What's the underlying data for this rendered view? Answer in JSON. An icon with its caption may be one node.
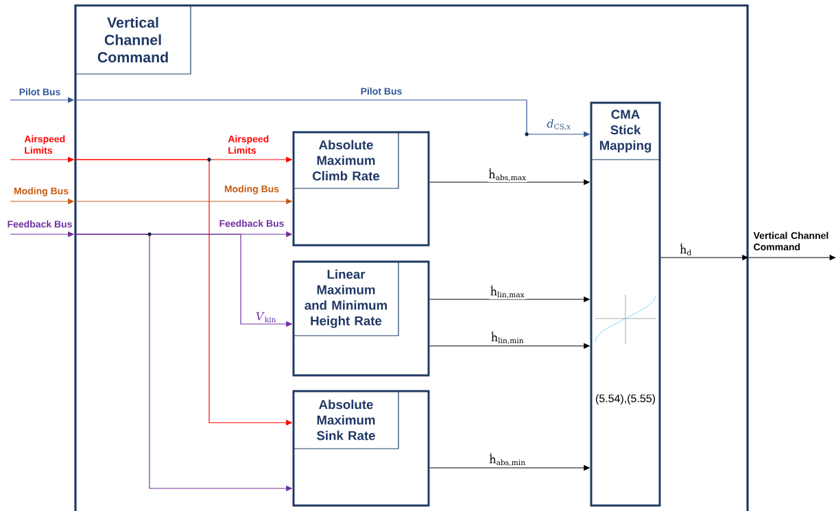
{
  "diagram": {
    "nodes": [
      {
        "text": [
          "Vertical Channel Command"
        ]
      },
      {
        "text": [
          "Absolute Maximum Climb Rate"
        ],
        "in": 0
      },
      {
        "text": [
          "Linear Maximum and Minimum Height Rate"
        ],
        "in": 0
      },
      {
        "text": [
          "Absolute Maximum Sink Rate"
        ],
        "in": 0
      },
      {
        "text": [
          "CMA Stick Mapping",
          "(5.54),(5.55)"
        ],
        "in": 0
      }
    ],
    "edges": [
      {
        "from": null,
        "to": 0,
        "arrow": "to",
        "label": "Pilot Bus",
        "color": "#2f5597"
      },
      {
        "from": 0,
        "to": 4,
        "arrow": "to",
        "label": "*d*$_{CS,x}$",
        "color": "#2f5597"
      },
      {
        "from": null,
        "to": 0,
        "arrow": "to",
        "label": "Airspeed Limits",
        "color": "#ff0000"
      },
      {
        "from": 0,
        "to": 1,
        "arrow": "to",
        "label": "Airspeed Limits",
        "color": "#ff0000"
      },
      {
        "from": 0,
        "to": 3,
        "arrow": "to",
        "color": "#ff0000"
      },
      {
        "from": null,
        "to": 0,
        "arrow": "to",
        "label": "Moding Bus",
        "color": "#c55a11"
      },
      {
        "from": 0,
        "to": 1,
        "arrow": "to",
        "label": "Moding Bus",
        "color": "#c55a11"
      },
      {
        "from": null,
        "to": 0,
        "arrow": "to",
        "label": "Feedback Bus",
        "color": "#7030a0"
      },
      {
        "from": 0,
        "to": 1,
        "arrow": "to",
        "label": "Feedback Bus",
        "color": "#7030a0"
      },
      {
        "from": 0,
        "to": 2,
        "arrow": "to",
        "label": "*V*$_{kin}$",
        "color": "#7030a0"
      },
      {
        "from": 0,
        "to": 3,
        "arrow": "to",
        "color": "#7030a0"
      },
      {
        "from": 1,
        "to": 4,
        "arrow": "to",
        "label": "ḣ$_{abs,max}$"
      },
      {
        "from": 2,
        "to": 4,
        "arrow": "to",
        "label": "ḣ$_{lin,max}$"
      },
      {
        "from": 2,
        "to": 4,
        "arrow": "to",
        "label": "ḣ$_{lin,min}$"
      },
      {
        "from": 3,
        "to": 4,
        "arrow": "to",
        "label": "ḣ$_{abs,min}$"
      },
      {
        "from": 4,
        "to": 0,
        "arrow": "to",
        "label": "ḣ$_{d}$"
      },
      {
        "from": 0,
        "to": null,
        "arrow": "to",
        "label": "Vertical Channel Command"
      }
    ],
    "labels": [
      "Pilot Bus"
    ]
  }
}
